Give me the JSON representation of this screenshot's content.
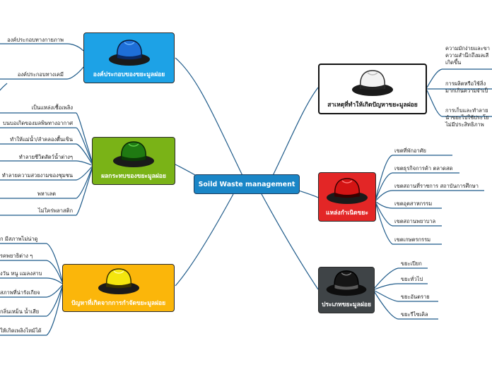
{
  "center": "Soild Waste management",
  "colors": {
    "blue": "#1da2e6",
    "green": "#7ab317",
    "yellow": "#fbb60a",
    "white_node": "#ffffff",
    "red": "#e32626",
    "dark": "#3f4447",
    "line": "#1f5b8a"
  },
  "nodes": {
    "components": {
      "label": "องค์ประกอบของขยะมูลฝอย",
      "hat": "blue-hat-icon",
      "leaves": [
        "องค์ประกอบทางกายภาพ",
        "องค์ประกอบทางเคมี"
      ]
    },
    "impacts": {
      "label": "ผลกระทบของขยะมูลฝอย",
      "hat": "green-hat-icon",
      "leaves": [
        "เป็นแหล่งเชื้อเพลิง",
        "บนบอเกิดของมลพิษทางอากาศ",
        "ทำให้แม่น้ำ/ลำคลองตื้นเขิน",
        "ทำลายชีวิตสัตว์น้ำต่างๆ",
        "ทำลายความสวยงามของชุมชน",
        "พหาเลต",
        "ไม่ใคร่พลาสติก"
      ]
    },
    "disposal": {
      "label": "ปัญหาที่เกิดจากการกำจัดขยะมูลฝอย",
      "hat": "yellow-hat-icon",
      "leaves": [
        "ก มีสภาพไม่น่าดู",
        "รคพยาธิต่าง ๆ",
        "งวัน หนู แมลงสาบ",
        "สภาพที่น่ารังเกียจ",
        "กลิ่นเหม็น น้ำเสีย",
        "ให้เกิดเพลิงไหม้ได้"
      ]
    },
    "causes": {
      "label": "สาเหตุที่ทำให้เกิดปัญหาขยะมูลฝอย",
      "hat": "white-hat-icon",
      "leaves": [
        [
          "ความมักง่ายและขา",
          "ความสำนึกถึงผลเสี",
          "เกิดขึ้น"
        ],
        [
          "การผลิตหรือใช้สิ่ง",
          "มากเกินความจำเป็"
        ],
        [
          "การเก็บและทำลาย",
          "นำขยะไปใช้ประโย",
          "ไม่มีประสิทธิภาพ"
        ]
      ]
    },
    "sources": {
      "label": "แหล่งกำเนิดขยะ",
      "hat": "red-hat-icon",
      "leaves": [
        "เขตที่พักอาศัย",
        "เขตธุรกิจการค้า ตลาดสด",
        "เขตสถานที่ราชการ สถาบันการศึกษา",
        "เขตอุตสาหกรรม",
        "เขตสถานพยาบาล",
        "เขตเกษตรกรรม"
      ]
    },
    "types": {
      "label": "ประเภทขยะมูลฝอย",
      "hat": "black-hat-icon",
      "leaves": [
        "ขยะเปียก",
        "ขยะทั่วไป",
        "ขยะอันตราย",
        "ขยะรีไซเคิล"
      ]
    }
  }
}
